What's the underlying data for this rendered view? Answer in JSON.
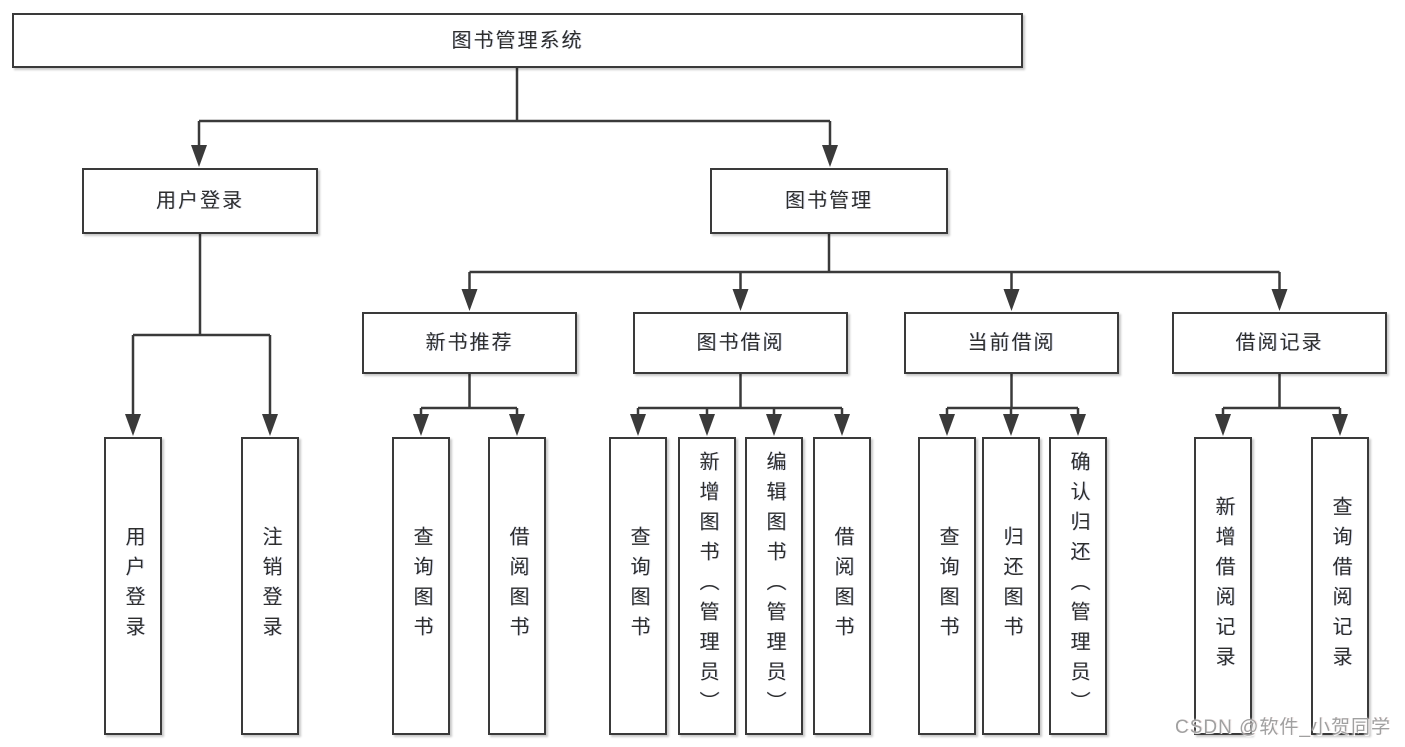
{
  "diagram": {
    "root": {
      "label": "图书管理系统"
    },
    "level2": [
      {
        "label": "用户登录"
      },
      {
        "label": "图书管理"
      }
    ],
    "level3": [
      {
        "label": "新书推荐"
      },
      {
        "label": "图书借阅"
      },
      {
        "label": "当前借阅"
      },
      {
        "label": "借阅记录"
      }
    ],
    "leaves": {
      "user_login": [
        {
          "label": "用户登录"
        },
        {
          "label": "注销登录"
        }
      ],
      "new_books": [
        {
          "label": "查询图书"
        },
        {
          "label": "借阅图书"
        }
      ],
      "book_borrow": [
        {
          "label": "查询图书"
        },
        {
          "label": "新增图书（管理员）"
        },
        {
          "label": "编辑图书（管理员）"
        },
        {
          "label": "借阅图书"
        }
      ],
      "current_borrow": [
        {
          "label": "查询图书"
        },
        {
          "label": "归还图书"
        },
        {
          "label": "确认归还（管理员）"
        }
      ],
      "borrow_records": [
        {
          "label": "新增借阅记录"
        },
        {
          "label": "查询借阅记录"
        }
      ]
    },
    "watermark": "CSDN @软件_小贺同学",
    "colors": {
      "line": "#3a3a3a",
      "box_border": "#3a3a3a",
      "box_fill": "#ffffff",
      "text": "#2d2d2d",
      "watermark": "#a0a0a0"
    }
  }
}
